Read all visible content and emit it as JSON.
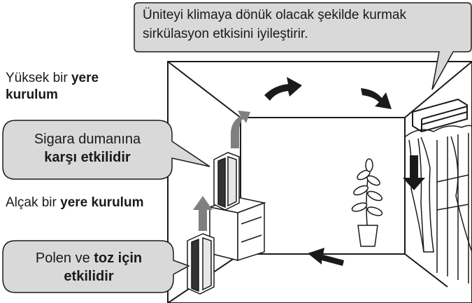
{
  "top_note": {
    "line1": "Üniteyi klimaya dönük olacak şekilde kurmak",
    "line2": "sirkülasyon etkisini iyileştirir."
  },
  "high_install": {
    "prefix": "Yüksek bir ",
    "bold1": "yere",
    "bold2": "kurulum"
  },
  "smoke_bubble": {
    "line1": "Sigara dumanına",
    "line2": "karşı etkilidir"
  },
  "low_install": {
    "prefix": "Alçak bir ",
    "bold": "yere kurulum"
  },
  "pollen_bubble": {
    "prefix": "Polen  ve ",
    "bold1": "toz için",
    "bold2": "etkilidir"
  },
  "colors": {
    "bubble_fill": "#d9d9d9",
    "arrow_gray": "#7f7f7f",
    "arrow_black": "#1a1a1a"
  }
}
